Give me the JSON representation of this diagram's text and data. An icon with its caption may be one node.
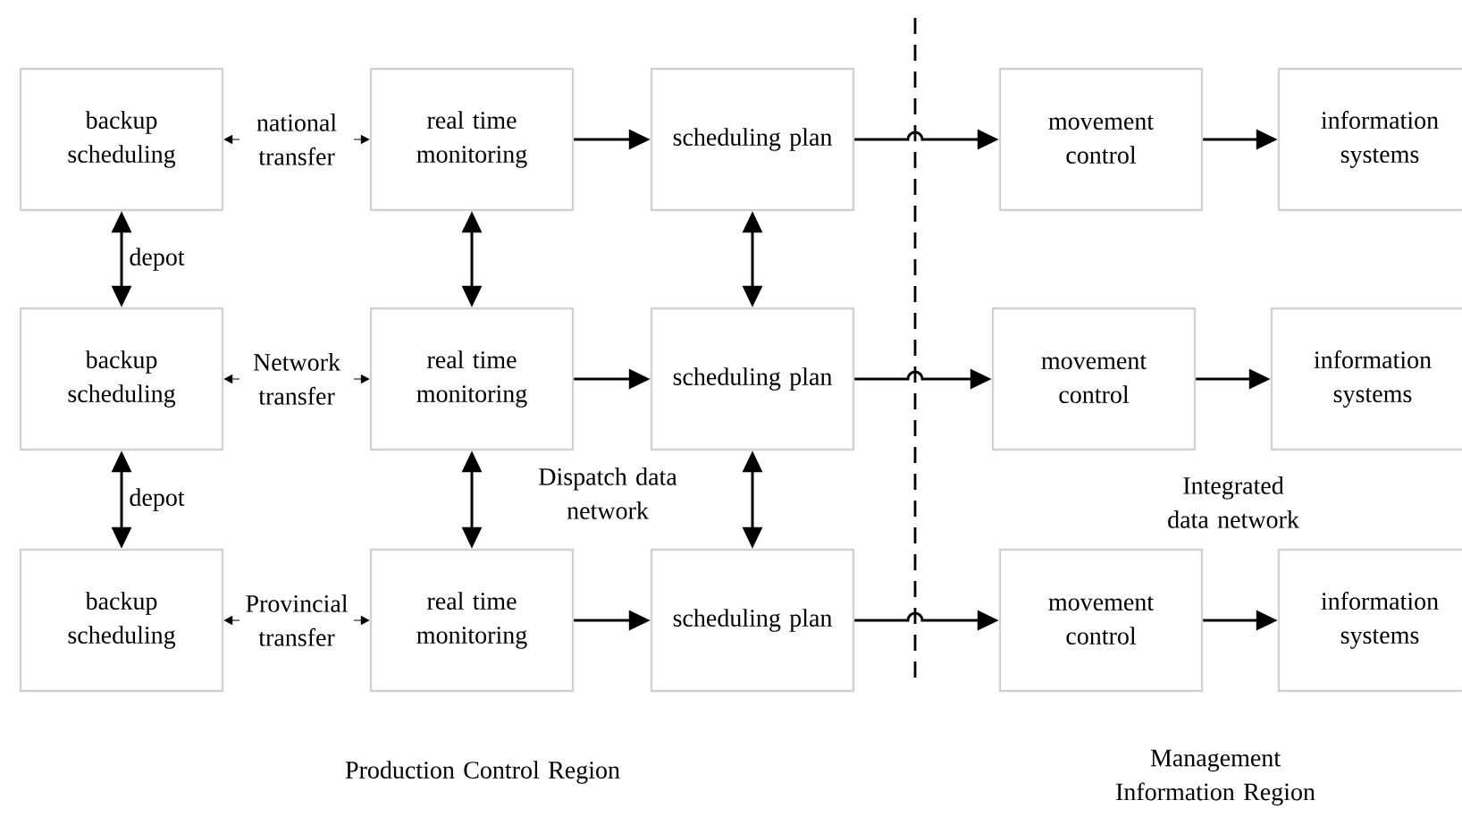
{
  "diagram": {
    "nodes": [
      {
        "text": [
          "backup scheduling"
        ]
      },
      {
        "text": [
          "real time monitoring"
        ]
      },
      {
        "text": [
          "scheduling plan"
        ]
      },
      {
        "text": [
          "movement control"
        ]
      },
      {
        "text": [
          "information systems"
        ]
      },
      {
        "text": [
          "backup scheduling"
        ]
      },
      {
        "text": [
          "real time monitoring"
        ]
      },
      {
        "text": [
          "scheduling plan"
        ]
      },
      {
        "text": [
          "movement control"
        ]
      },
      {
        "text": [
          "information systems"
        ]
      },
      {
        "text": [
          "backup scheduling"
        ]
      },
      {
        "text": [
          "real time monitoring"
        ]
      },
      {
        "text": [
          "scheduling plan"
        ]
      },
      {
        "text": [
          "movement control"
        ]
      },
      {
        "text": [
          "information systems"
        ]
      }
    ],
    "edges": [
      {
        "from": 0,
        "to": 1,
        "arrow": "both",
        "label": "national transfer"
      },
      {
        "from": 1,
        "to": 2,
        "arrow": "to"
      },
      {
        "from": 2,
        "to": 3,
        "arrow": "to"
      },
      {
        "from": 3,
        "to": 4,
        "arrow": "to"
      },
      {
        "from": 5,
        "to": 6,
        "arrow": "both",
        "label": "Network transfer"
      },
      {
        "from": 6,
        "to": 7,
        "arrow": "to"
      },
      {
        "from": 7,
        "to": 8,
        "arrow": "to"
      },
      {
        "from": 8,
        "to": 9,
        "arrow": "to"
      },
      {
        "from": 10,
        "to": 11,
        "arrow": "both",
        "label": "Provincial transfer"
      },
      {
        "from": 11,
        "to": 12,
        "arrow": "to"
      },
      {
        "from": 12,
        "to": 13,
        "arrow": "to"
      },
      {
        "from": 13,
        "to": 14,
        "arrow": "to"
      },
      {
        "from": 0,
        "to": 5,
        "arrow": "both",
        "label": "depot"
      },
      {
        "from": 1,
        "to": 6,
        "arrow": "both"
      },
      {
        "from": 2,
        "to": 7,
        "arrow": "both"
      },
      {
        "from": 5,
        "to": 10,
        "arrow": "both",
        "label": "depot"
      },
      {
        "from": 6,
        "to": 11,
        "arrow": "both"
      },
      {
        "from": 7,
        "to": 12,
        "arrow": "both"
      }
    ],
    "labels": [
      "Dispatch data network",
      "Integrated data network",
      "Production Control Region",
      "Management Information Region"
    ]
  }
}
